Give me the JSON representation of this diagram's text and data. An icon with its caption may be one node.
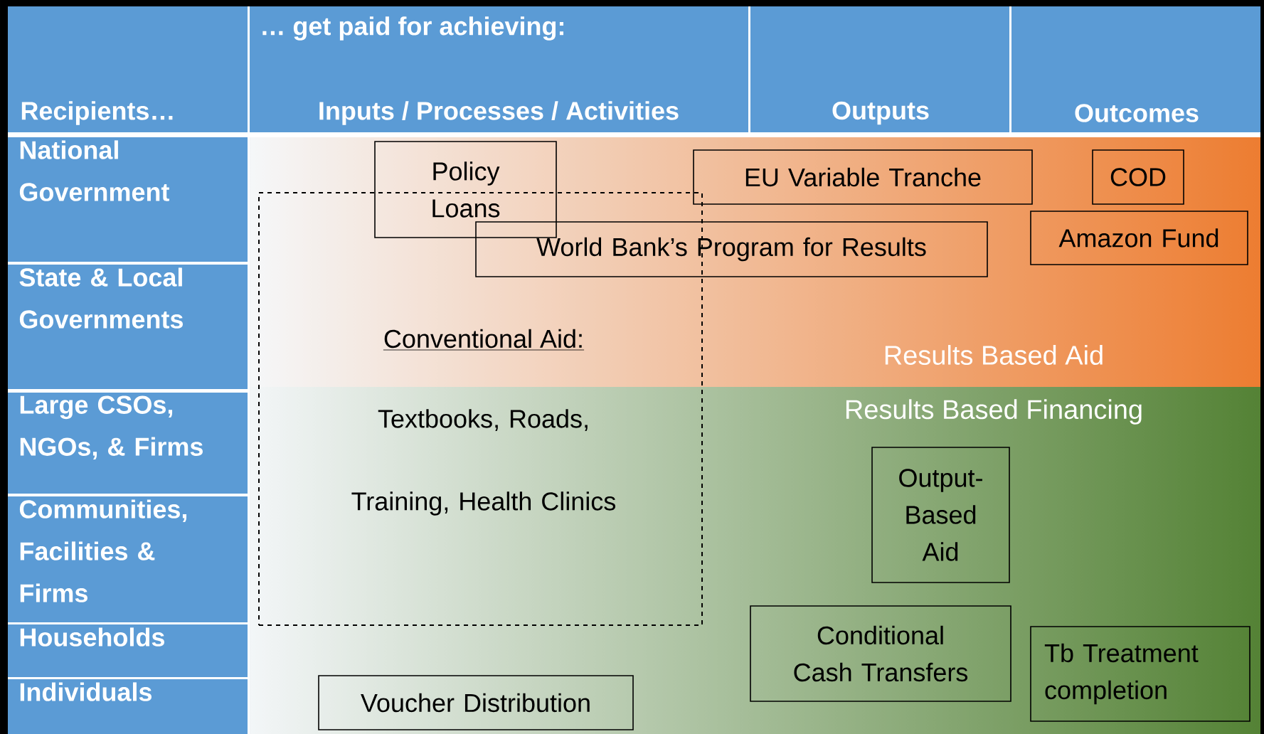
{
  "diagram": {
    "nodes": [
      {
        "text": [
          "Policy Loans"
        ]
      },
      {
        "text": [
          "EU Variable Tranche"
        ]
      },
      {
        "text": [
          "COD"
        ]
      },
      {
        "text": [
          "World Bank’s Program for Results"
        ]
      },
      {
        "text": [
          "Amazon Fund"
        ]
      },
      {
        "text": [
          "Conventional Aid:",
          "Textbooks, Roads, Training, Health Clinics"
        ]
      },
      {
        "text": [
          "Output-Based Aid"
        ]
      },
      {
        "text": [
          "Conditional Cash Transfers"
        ]
      },
      {
        "text": [
          "Tb Treatment completion"
        ]
      },
      {
        "text": [
          "Voucher Distribution"
        ]
      }
    ],
    "labels": [
      "Recipients…",
      "… get paid for achieving:",
      "Inputs / Processes / Activities",
      "Outputs",
      "Outcomes",
      "National Government",
      "State & Local Governments",
      "Large CSOs, NGOs, & Firms",
      "Communities, Facilities & Firms",
      "Households",
      "Individuals",
      "Results Based Aid",
      "Results Based Financing"
    ]
  }
}
